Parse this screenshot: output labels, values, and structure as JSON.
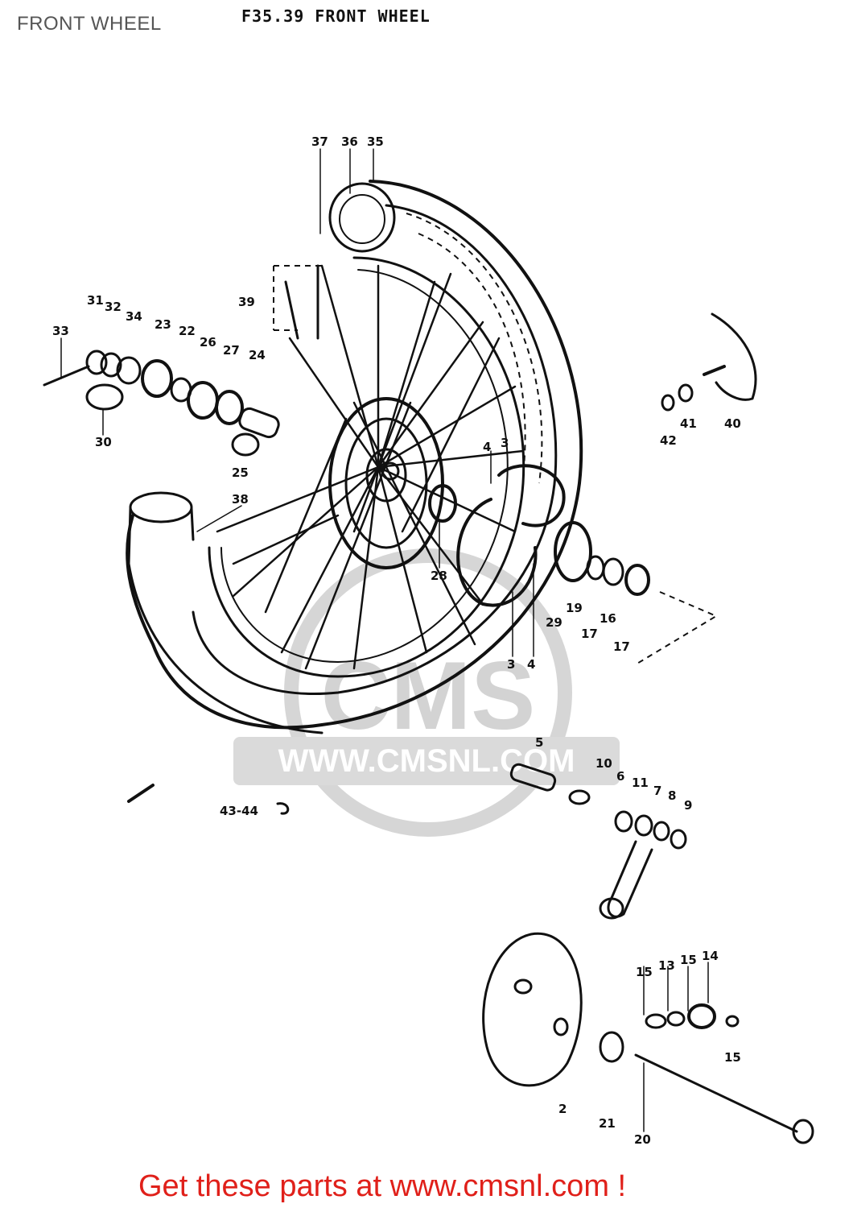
{
  "page_title": "FRONT WHEEL",
  "figure_title": "F35.39  FRONT WHEEL",
  "watermark": {
    "logo": "CMS",
    "url": "WWW.CMSNL.COM",
    "color": "#c9c9c9"
  },
  "footer": {
    "text": "Get these parts at www.cmsnl.com !",
    "color": "#e0201a"
  },
  "callouts": [
    "37",
    "36",
    "35",
    "39",
    "31",
    "32",
    "34",
    "23",
    "22",
    "26",
    "27",
    "24",
    "33",
    "30",
    "25",
    "38",
    "28",
    "3",
    "4",
    "29",
    "19",
    "17",
    "16",
    "17",
    "3",
    "4",
    "40",
    "41",
    "42",
    "5",
    "10",
    "6",
    "11",
    "7",
    "8",
    "9",
    "15",
    "13",
    "15",
    "14",
    "15",
    "2",
    "21",
    "20",
    "43-44"
  ]
}
